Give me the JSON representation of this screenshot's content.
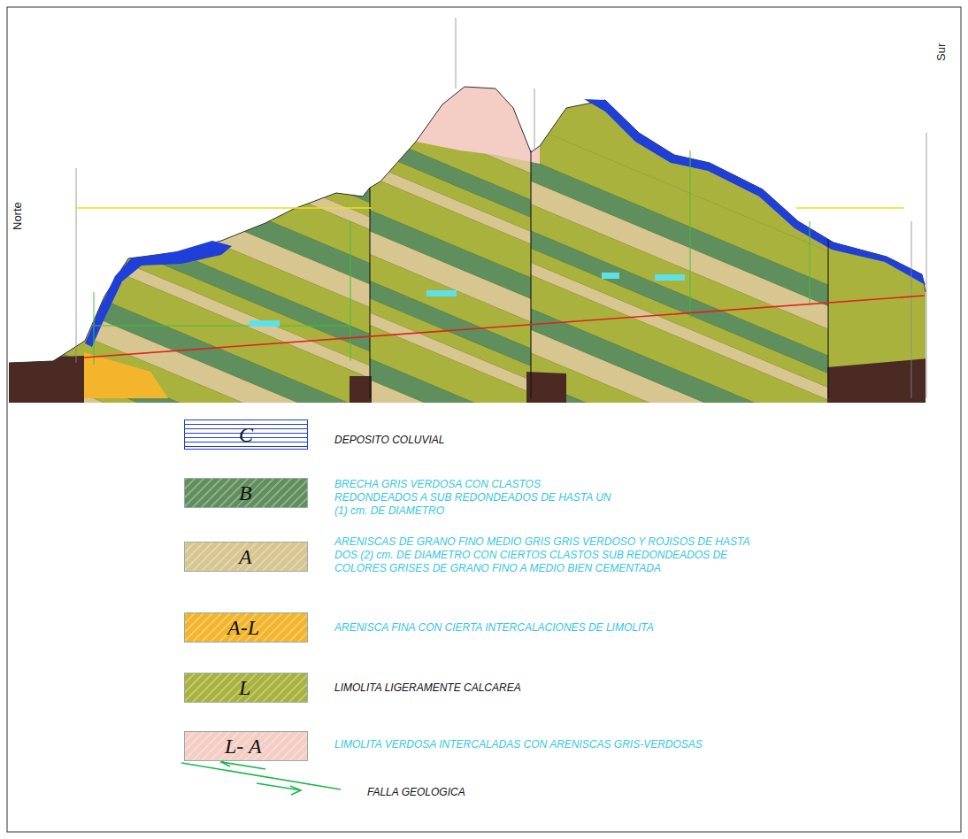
{
  "diagram": {
    "labels": [
      "Norte",
      "Sur",
      "C",
      "B",
      "A",
      "A-L",
      "L",
      "L- A"
    ],
    "legend": [
      {
        "text": "DEPOSITO COLUVIAL",
        "color": "#1f3fd8"
      },
      {
        "text": "BRECHA GRIS VERDOSA CON CLASTOS REDONDEADOS A SUB REDONDEADOS DE HASTA UN (1) cm. DE DIAMETRO",
        "color": "#5f8f5c"
      },
      {
        "text": "ARENISCAS DE GRANO FINO MEDIO GRIS GRIS VERDOSO Y ROJISOS DE HASTA DOS (2) cm. DE DIAMETRO CON CIERTOS CLASTOS SUB REDONDEADOS DE COLORES GRISES DE GRANO FINO A MEDIO BIEN CEMENTADA",
        "color": "#d8c690"
      },
      {
        "text": "ARENISCA FINA CON CIERTA INTERCALACIONES DE LIMOLITA",
        "color": "#f3b52c"
      },
      {
        "text": "LIMOLITA LIGERAMENTE CALCAREA",
        "color": "#aab23e"
      },
      {
        "text": "LIMOLITA VERDOSA INTERCALADAS CON ARENISCAS GRIS-VERDOSAS",
        "color": "#f4cdc4"
      },
      {
        "text": "FALLA GEOLOGICA"
      }
    ]
  }
}
